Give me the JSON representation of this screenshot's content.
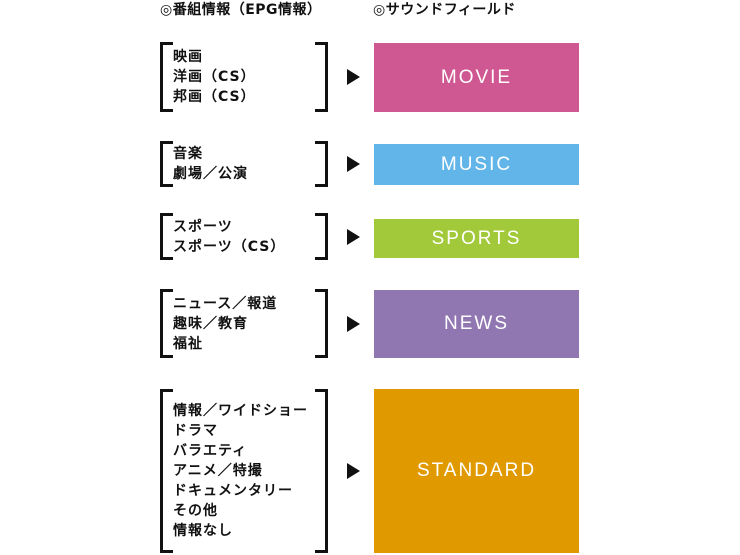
{
  "headers": {
    "epg": "◎番組情報（EPG情報）",
    "sound": "◎サウンドフィールド"
  },
  "rows": [
    {
      "items": [
        "映画",
        "洋画（CS）",
        "邦画（CS）"
      ],
      "mode": "MOVIE",
      "color": "#d05892"
    },
    {
      "items": [
        "音楽",
        "劇場／公演"
      ],
      "mode": "MUSIC",
      "color": "#62b5e8"
    },
    {
      "items": [
        "スポーツ",
        "スポーツ（CS）"
      ],
      "mode": "SPORTS",
      "color": "#a2c93a"
    },
    {
      "items": [
        "ニュース／報道",
        "趣味／教育",
        "福祉"
      ],
      "mode": "NEWS",
      "color": "#9177b2"
    },
    {
      "items": [
        "情報／ワイドショー",
        "ドラマ",
        "バラエティ",
        "アニメ／特撮",
        "ドキュメンタリー",
        "その他",
        "情報なし"
      ],
      "mode": "STANDARD",
      "color": "#e09a00"
    }
  ]
}
